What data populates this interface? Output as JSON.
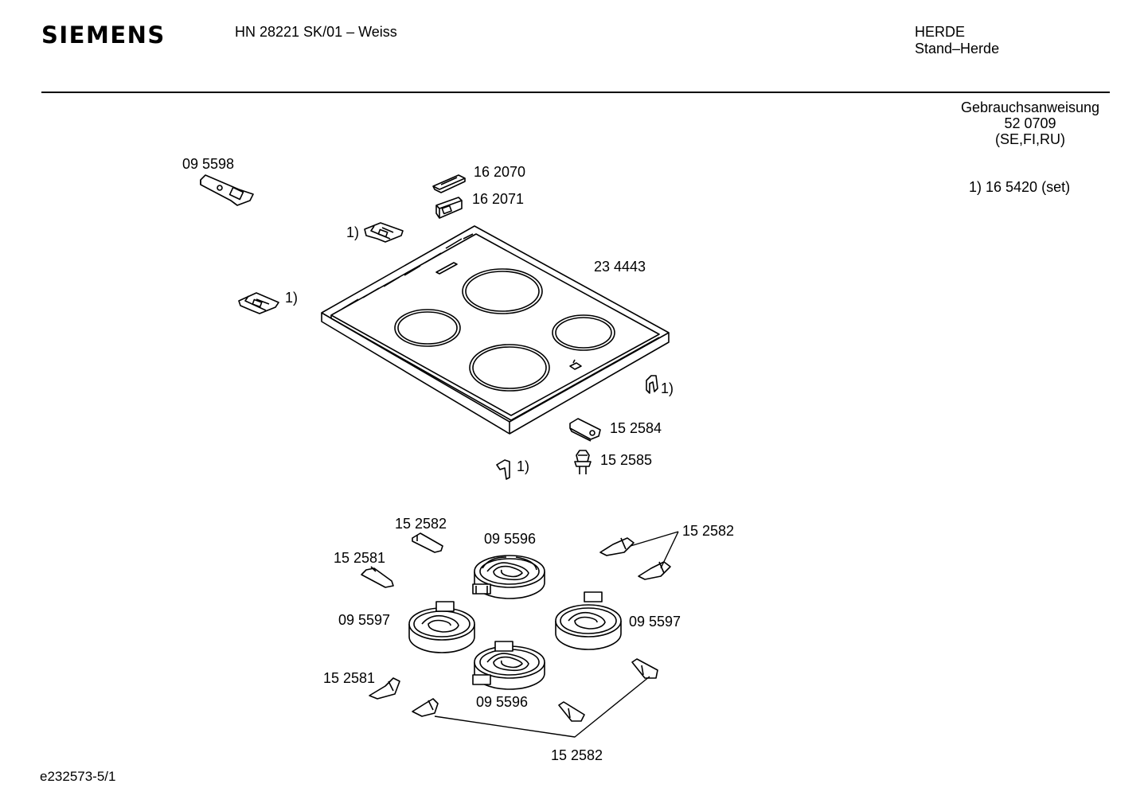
{
  "header": {
    "brand": "SIEMENS",
    "model": "HN 28221 SK/01 – Weiss",
    "category_line1": "HERDE",
    "category_line2": "Stand–Herde"
  },
  "manual": {
    "title": "Gebrauchsanweisung",
    "number": "52 0709",
    "languages": "(SE,FI,RU)"
  },
  "footnote": "1) 16 5420 (set)",
  "doc_id": "e232573-5/1",
  "part_labels": {
    "p_095598": "09 5598",
    "p_162070": "16 2070",
    "p_162071": "16 2071",
    "p_234443": "23 4443",
    "set_a": "1)",
    "set_b": "1)",
    "set_c": "1)",
    "set_d": "1)",
    "p_152584": "15 2584",
    "p_152585": "15 2585",
    "p_152582_top": "15 2582",
    "p_152582_right": "15 2582",
    "p_152582_bottom": "15 2582",
    "p_152581_upper": "15 2581",
    "p_152581_lower": "15 2581",
    "p_095596_top": "09 5596",
    "p_095596_bottom": "09 5596",
    "p_095597_left": "09 5597",
    "p_095597_right": "09 5597"
  }
}
